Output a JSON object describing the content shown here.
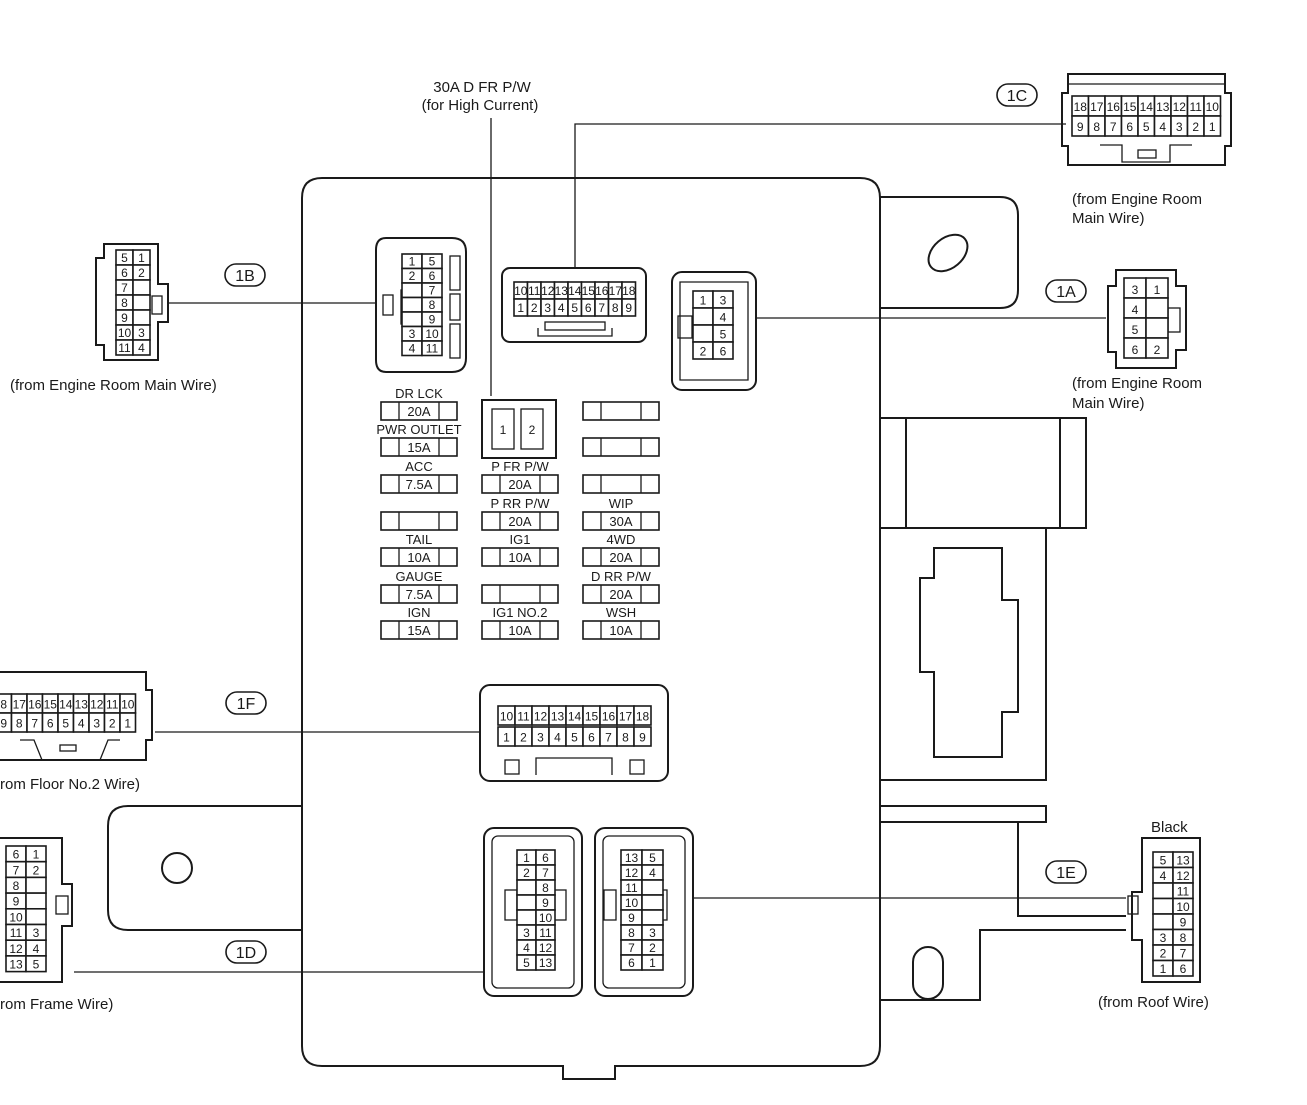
{
  "top_label": {
    "line1": "30A D FR P/W",
    "line2": "(for High Current)"
  },
  "tags": {
    "c1a": "1A",
    "c1b": "1B",
    "c1c": "1C",
    "c1d": "1D",
    "c1e": "1E",
    "c1f": "1F"
  },
  "sources": {
    "c1a_line1": "(from Engine Room",
    "c1a_line2": "Main Wire)",
    "c1b": "(from Engine Room Main Wire)",
    "c1c_line1": "(from Engine Room",
    "c1c_line2": "Main Wire)",
    "c1d": "rom Frame Wire)",
    "c1e": "(from Roof Wire)",
    "c1f": "rom Floor No.2 Wire)"
  },
  "color_note_1e": "Black",
  "relay_pins": [
    "1",
    "2"
  ],
  "fuses": {
    "col1": [
      {
        "label": "DR LCK",
        "rating": "20A"
      },
      {
        "label": "PWR OUTLET",
        "rating": "15A"
      },
      {
        "label": "ACC",
        "rating": "7.5A"
      },
      {
        "label": "",
        "rating": ""
      },
      {
        "label": "TAIL",
        "rating": "10A"
      },
      {
        "label": "GAUGE",
        "rating": "7.5A"
      },
      {
        "label": "IGN",
        "rating": "15A"
      }
    ],
    "col2": [
      {
        "label": "P FR P/W",
        "rating": "20A"
      },
      {
        "label": "P RR P/W",
        "rating": "20A"
      },
      {
        "label": "IG1",
        "rating": "10A"
      },
      {
        "label": "",
        "rating": ""
      },
      {
        "label": "IG1 NO.2",
        "rating": "10A"
      }
    ],
    "col3": [
      {
        "label": "",
        "rating": ""
      },
      {
        "label": "",
        "rating": ""
      },
      {
        "label": "",
        "rating": ""
      },
      {
        "label": "WIP",
        "rating": "30A"
      },
      {
        "label": "4WD",
        "rating": "20A"
      },
      {
        "label": "D RR P/W",
        "rating": "20A"
      },
      {
        "label": "WSH",
        "rating": "10A"
      }
    ]
  },
  "connectors": {
    "c1c_top": [
      "18",
      "17",
      "16",
      "15",
      "14",
      "13",
      "12",
      "11",
      "10"
    ],
    "c1c_bottom": [
      "9",
      "8",
      "7",
      "6",
      "5",
      "4",
      "3",
      "2",
      "1"
    ],
    "c1c_box_top": [
      "10",
      "11",
      "12",
      "13",
      "14",
      "15",
      "16",
      "17",
      "18"
    ],
    "c1c_box_bottom": [
      "1",
      "2",
      "3",
      "4",
      "5",
      "6",
      "7",
      "8",
      "9"
    ],
    "c1f_box_top": [
      "10",
      "11",
      "12",
      "13",
      "14",
      "15",
      "16",
      "17",
      "18"
    ],
    "c1f_box_bottom": [
      "1",
      "2",
      "3",
      "4",
      "5",
      "6",
      "7",
      "8",
      "9"
    ],
    "c1f_top": [
      "8",
      "17",
      "16",
      "15",
      "14",
      "13",
      "12",
      "11",
      "10"
    ],
    "c1f_bottom": [
      "9",
      "8",
      "7",
      "6",
      "5",
      "4",
      "3",
      "2",
      "1"
    ],
    "c1b_ext": [
      [
        "5",
        "1"
      ],
      [
        "6",
        "2"
      ],
      [
        "7",
        ""
      ],
      [
        "8",
        ""
      ],
      [
        "9",
        ""
      ],
      [
        "10",
        "3"
      ],
      [
        "11",
        "4"
      ]
    ],
    "c1b_box": [
      [
        "1",
        "5"
      ],
      [
        "2",
        "6"
      ],
      [
        "",
        "7"
      ],
      [
        "",
        "8"
      ],
      [
        "",
        "9"
      ],
      [
        "3",
        "10"
      ],
      [
        "4",
        "11"
      ]
    ],
    "c1a_ext": [
      [
        "3",
        "1"
      ],
      [
        "4",
        ""
      ],
      [
        "5",
        ""
      ],
      [
        "6",
        "2"
      ]
    ],
    "c1a_box": [
      [
        "1",
        "3"
      ],
      [
        "",
        "4"
      ],
      [
        "",
        "5"
      ],
      [
        "2",
        "6"
      ]
    ],
    "c1d_box": [
      [
        "1",
        "6"
      ],
      [
        "2",
        "7"
      ],
      [
        "",
        "8"
      ],
      [
        "",
        "9"
      ],
      [
        "",
        "10"
      ],
      [
        "3",
        "11"
      ],
      [
        "4",
        "12"
      ],
      [
        "5",
        "13"
      ]
    ],
    "c1e_box": [
      [
        "13",
        "5"
      ],
      [
        "12",
        "4"
      ],
      [
        "11",
        ""
      ],
      [
        "10",
        ""
      ],
      [
        "9",
        ""
      ],
      [
        "8",
        "3"
      ],
      [
        "7",
        "2"
      ],
      [
        "6",
        "1"
      ]
    ],
    "c1d_ext": [
      [
        "6",
        "1"
      ],
      [
        "7",
        "2"
      ],
      [
        "8",
        ""
      ],
      [
        "9",
        ""
      ],
      [
        "10",
        ""
      ],
      [
        "11",
        "3"
      ],
      [
        "12",
        "4"
      ],
      [
        "13",
        "5"
      ]
    ],
    "c1e_ext": [
      [
        "5",
        "13"
      ],
      [
        "4",
        "12"
      ],
      [
        "",
        "11"
      ],
      [
        "",
        "10"
      ],
      [
        "",
        "9"
      ],
      [
        "3",
        "8"
      ],
      [
        "2",
        "7"
      ],
      [
        "1",
        "6"
      ]
    ]
  }
}
